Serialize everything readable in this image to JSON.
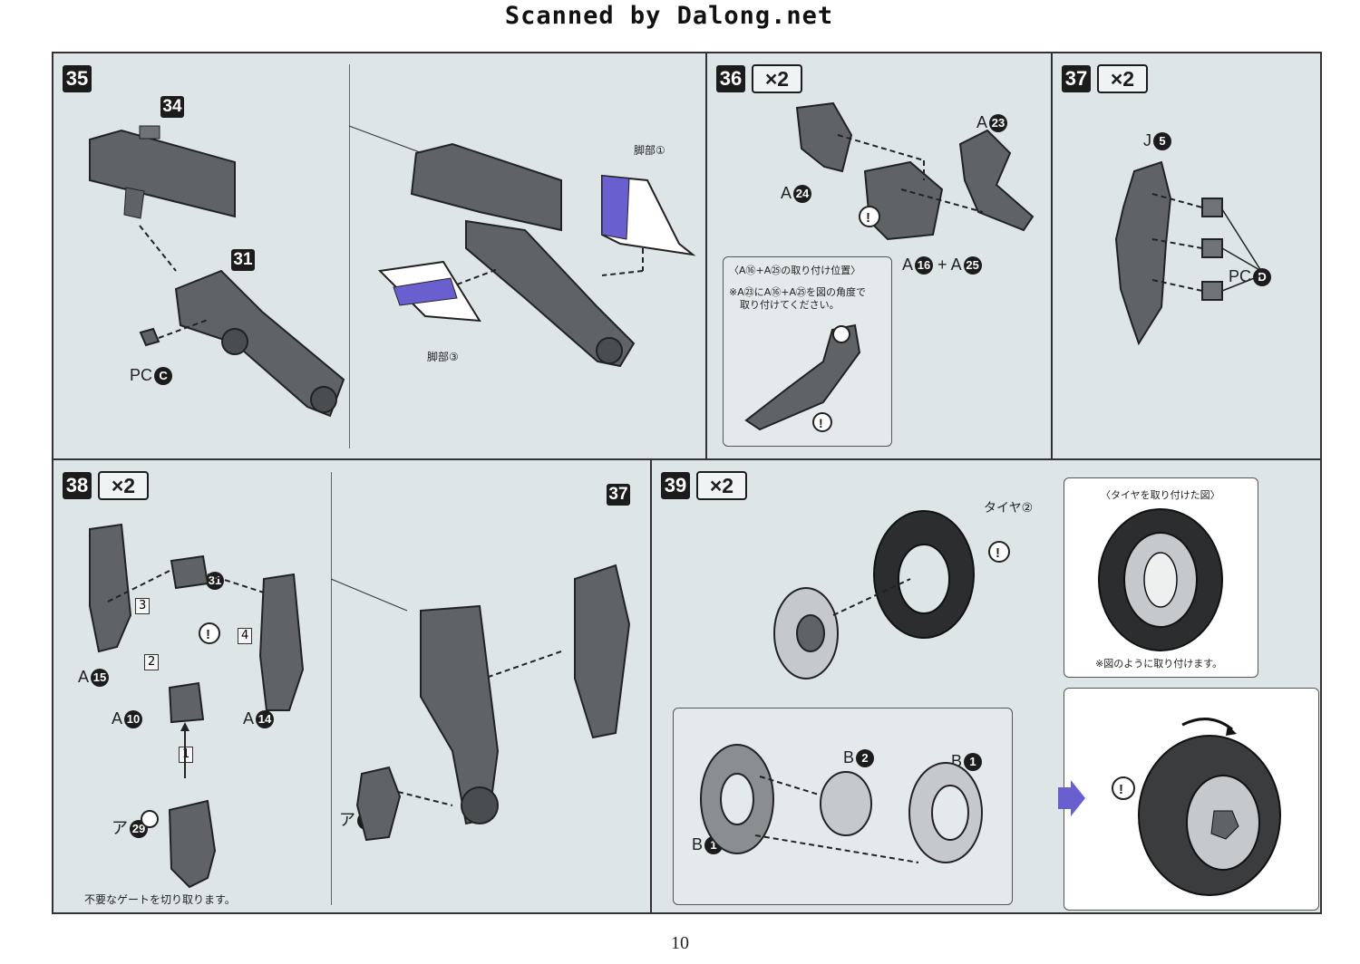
{
  "header": {
    "title": "Scanned by Dalong.net"
  },
  "steps": {
    "s35": {
      "num": "35",
      "ref34": "34",
      "ref31": "31",
      "pc_label": "PC",
      "pc_part": "C",
      "leg1": "脚部①",
      "leg3": "脚部③"
    },
    "s36": {
      "num": "36",
      "mult": "×2",
      "a23": "A",
      "a23_n": "23",
      "a24": "A",
      "a24_n": "24",
      "a16": "A",
      "a16_n": "16",
      "plus": "+",
      "a25": "A",
      "a25_n": "25",
      "note_title": "〈A⑯+A㉕の取り付け位置〉",
      "note_line1": "※A㉓にA⑯+A㉕を図の角度で",
      "note_line2": "取り付けてください。"
    },
    "s37": {
      "num": "37",
      "mult": "×2",
      "j": "J",
      "j_n": "5",
      "pc": "PC",
      "pc_n": "D"
    },
    "s38": {
      "num": "38",
      "mult": "×2",
      "a15": "A",
      "a15_n": "15",
      "a31": "ア",
      "a31_n": "31",
      "a14": "A",
      "a14_n": "14",
      "a10": "A",
      "a10_n": "10",
      "a29": "ア",
      "a29_n": "29",
      "n1": "1",
      "n2": "2",
      "n3": "3",
      "n4": "4",
      "ref37": "37",
      "a5": "ア",
      "a5_n": "5",
      "gate_note": "不要なゲートを切り取ります。"
    },
    "s39": {
      "num": "39",
      "mult": "×2",
      "tire": "タイヤ②",
      "b2": "B",
      "b2_n": "2",
      "b1a": "B",
      "b1a_n": "1",
      "b1b": "B",
      "b1b_n": "1",
      "inset_title": "〈タイヤを取り付けた図〉",
      "inset_note": "※図のように取り付けます。"
    }
  },
  "page_number": "10",
  "colors": {
    "panel": "#dde5e7",
    "part": "#5f6366",
    "accent": "#6a5fcf"
  }
}
